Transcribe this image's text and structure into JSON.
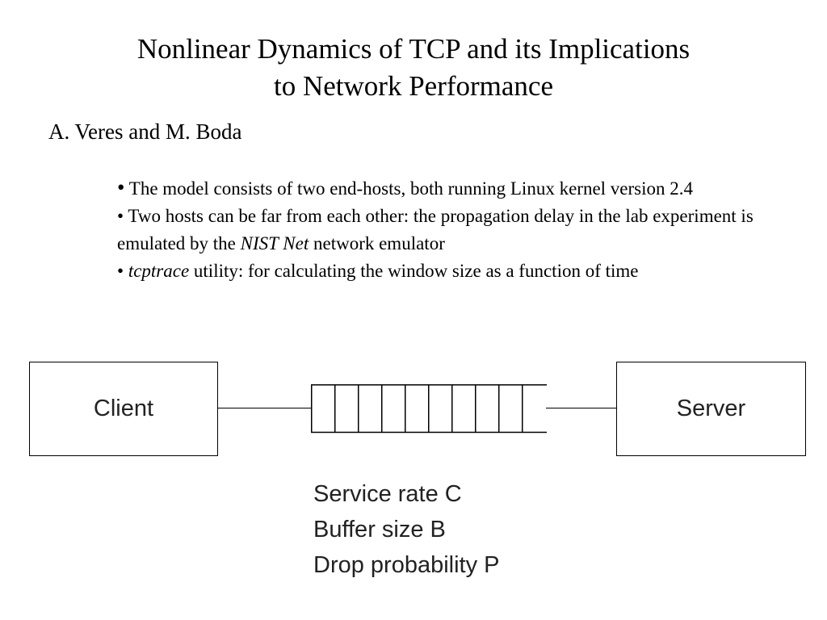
{
  "title": {
    "line1": "Nonlinear Dynamics of TCP and its Implications",
    "line2": "to Network Performance"
  },
  "authors": "A. Veres and M. Boda",
  "bullets": [
    {
      "bullet": "•",
      "parts": [
        " The model consists of two end-hosts, both running Linux kernel version 2.4"
      ]
    },
    {
      "bullet": "•",
      "parts": [
        " Two hosts can be far from each other: the propagation delay in the lab experiment is emulated by the ",
        "NIST Net",
        " network emulator"
      ]
    },
    {
      "bullet": "•",
      "parts": [
        " ",
        "tcptrace",
        " utility: for calculating the window size as a function of time"
      ]
    }
  ],
  "diagram": {
    "client_label": "Client",
    "server_label": "Server",
    "queue_slots": 10
  },
  "parameters": [
    "Service rate C",
    "Buffer size B",
    "Drop probability P"
  ]
}
